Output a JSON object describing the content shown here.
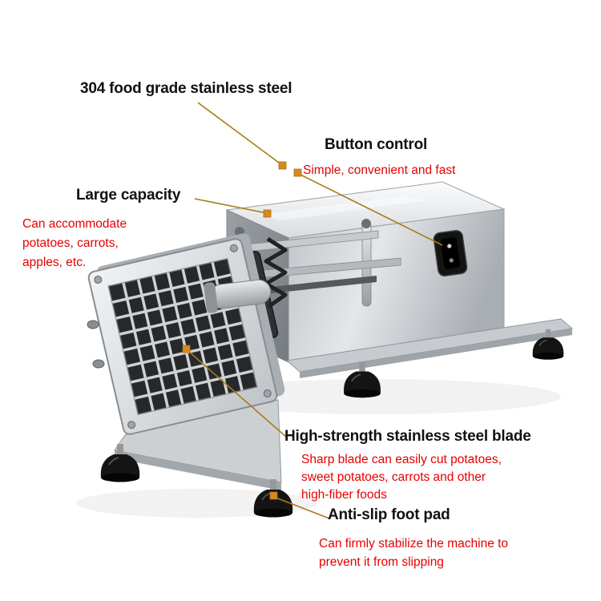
{
  "colors": {
    "title": "#111111",
    "desc": "#e60000",
    "leader": "#a87b16",
    "marker": "#d58a1f",
    "background": "#ffffff"
  },
  "annotations": {
    "material": {
      "title": "304 food grade stainless steel"
    },
    "button_control": {
      "title": "Button control",
      "desc": "Simple, convenient and fast"
    },
    "large_capacity": {
      "title": "Large capacity",
      "desc": "Can accommodate\npotatoes, carrots,\napples, etc."
    },
    "blade": {
      "title": "High-strength stainless steel blade",
      "desc": "Sharp blade can easily cut potatoes,\nsweet potatoes, carrots and other\nhigh-fiber foods"
    },
    "foot_pad": {
      "title": "Anti-slip foot pad",
      "desc": "Can firmly stabilize the machine to\nprevent it from slipping"
    }
  }
}
